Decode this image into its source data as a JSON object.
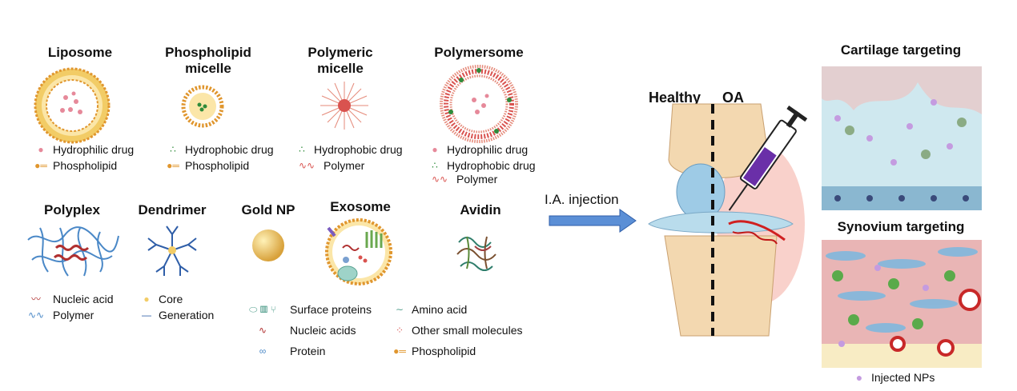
{
  "nanocarriers_top": [
    {
      "name": "Liposome",
      "legend": [
        "Hydrophilic drug",
        "Phospholipid"
      ]
    },
    {
      "name": "Phospholipid micelle",
      "legend": [
        "Hydrophobic drug",
        "Phospholipid"
      ]
    },
    {
      "name": "Polymeric micelle",
      "legend": [
        "Hydrophobic drug",
        "Polymer"
      ]
    },
    {
      "name": "Polymersome",
      "legend": [
        "Hydrophilic drug",
        "Hydrophobic drug",
        "Polymer"
      ]
    }
  ],
  "nanocarriers_bottom": [
    {
      "name": "Polyplex",
      "legend": [
        "Nucleic acid",
        "Polymer"
      ]
    },
    {
      "name": "Dendrimer",
      "legend": [
        "Core",
        "Generation"
      ]
    },
    {
      "name": "Gold NP"
    },
    {
      "name": "Exosome"
    },
    {
      "name": "Avidin"
    }
  ],
  "exosome_legend": {
    "left": [
      "Surface proteins",
      "Nucleic acids",
      "Protein"
    ],
    "right": [
      "Amino acid",
      "Other small molecules",
      "Phospholipid"
    ]
  },
  "arrow_label": "I.A. injection",
  "knee": {
    "healthy": "Healthy",
    "oa": "OA"
  },
  "panels": {
    "cartilage": "Cartilage targeting",
    "synovium": "Synovium targeting",
    "legend": "Injected NPs"
  },
  "colors": {
    "phospholipid": "#e8a23a",
    "hydrophilic": "#e6899a",
    "hydrophobic": "#2e8b3a",
    "polymer": "#d9534f",
    "polyplex_blue": "#4a88c7",
    "nucleic": "#b03030",
    "arrow": "#5b8fd6",
    "nps": "#c49be0"
  }
}
